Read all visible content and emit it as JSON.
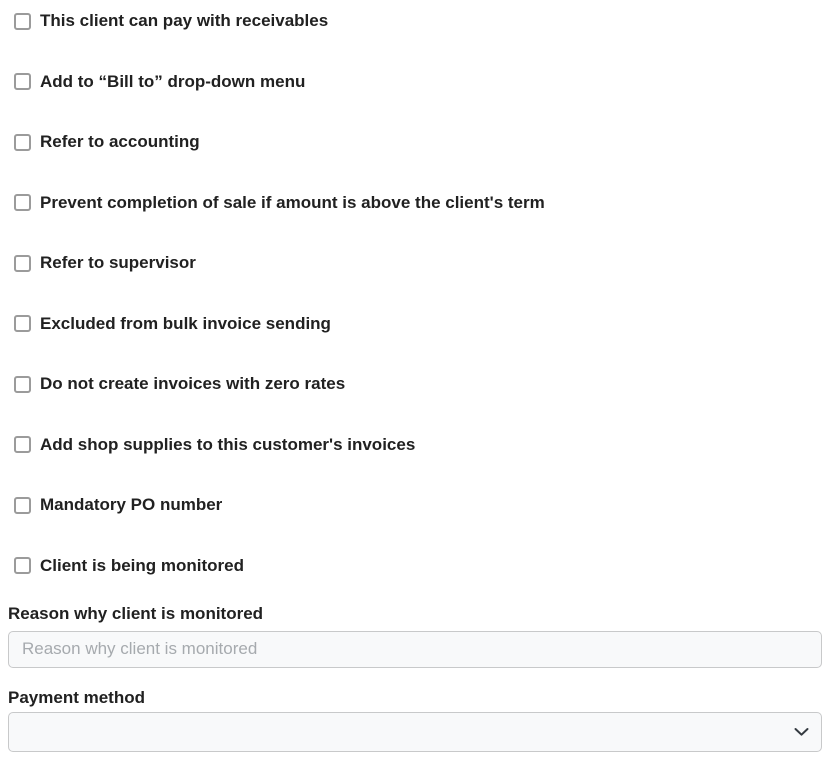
{
  "checkboxes": [
    {
      "label": "This client can pay with receivables",
      "checked": false
    },
    {
      "label": "Add to “Bill to” drop-down menu",
      "checked": false
    },
    {
      "label": "Refer to accounting",
      "checked": false
    },
    {
      "label": "Prevent completion of sale if amount is above the client's term",
      "checked": false
    },
    {
      "label": "Refer to supervisor",
      "checked": false
    },
    {
      "label": "Excluded from bulk invoice sending",
      "checked": false
    },
    {
      "label": "Do not create invoices with zero rates",
      "checked": false
    },
    {
      "label": "Add shop supplies to this customer's invoices",
      "checked": false
    },
    {
      "label": "Mandatory PO number",
      "checked": false
    },
    {
      "label": "Client is being monitored",
      "checked": false
    }
  ],
  "reason_field": {
    "label": "Reason why client is monitored",
    "placeholder": "Reason why client is monitored",
    "value": ""
  },
  "payment_method": {
    "label": "Payment method",
    "selected_value": ""
  },
  "colors": {
    "text": "#212121",
    "checkbox_border": "#9b9b9b",
    "input_border": "#c8c9ca",
    "input_background": "#f8f9fa",
    "placeholder": "#a6aaae",
    "chevron": "#343a40"
  }
}
